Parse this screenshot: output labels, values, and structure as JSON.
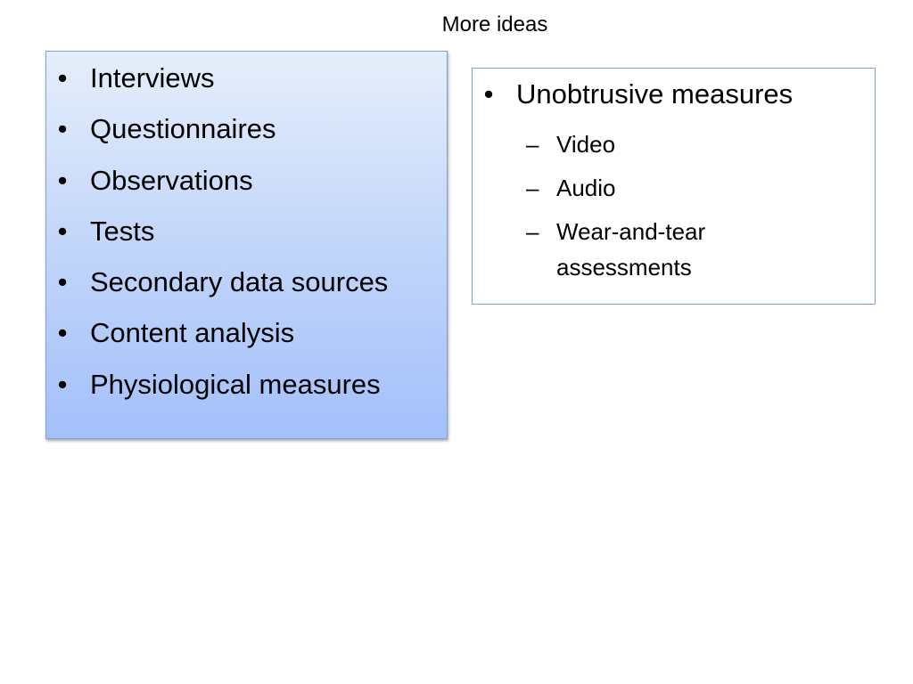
{
  "slide": {
    "title": "More ideas",
    "left_box": {
      "bullet_symbol": "•",
      "items": [
        "Interviews",
        "Questionnaires",
        "Observations",
        "Tests",
        "Secondary data sources",
        "Content analysis",
        "Physiological measures"
      ]
    },
    "right_box": {
      "bullet_symbol": "•",
      "sub_bullet_symbol": "–",
      "main_item": "Unobtrusive measures",
      "sub_items": [
        "Video",
        "Audio",
        "Wear-and-tear assessments"
      ]
    }
  },
  "colors": {
    "box_border": "#7fa3d1",
    "gradient_top": "#e6eefb",
    "gradient_bottom": "#a4c0fb"
  }
}
